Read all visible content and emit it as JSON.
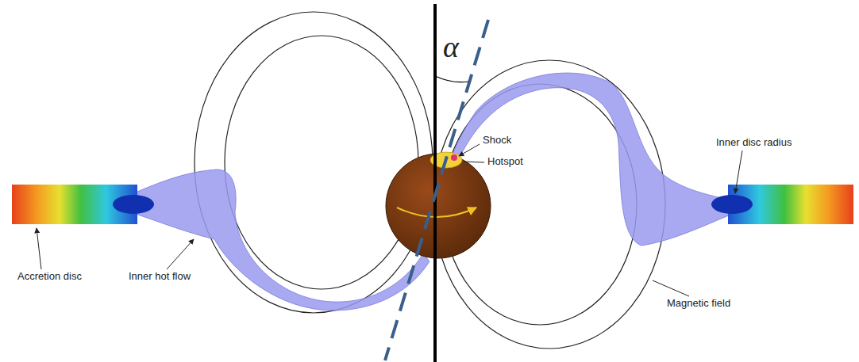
{
  "diagram": {
    "labels": [
      "α",
      "Shock",
      "Inner disc radius",
      "Hotspot",
      "Accretion disc",
      "Inner hot flow",
      "Magnetic field"
    ]
  }
}
